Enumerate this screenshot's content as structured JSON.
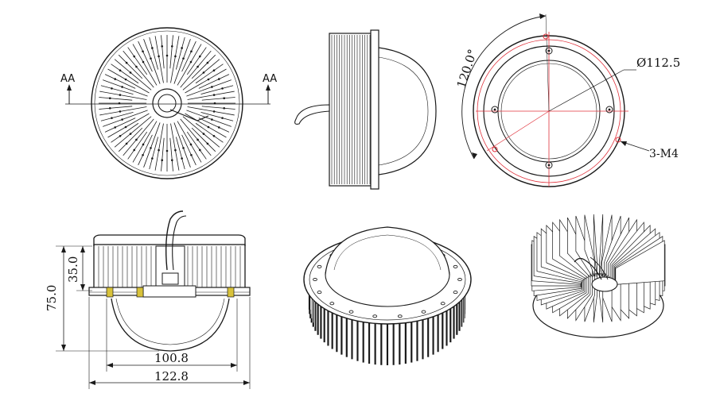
{
  "views": {
    "front": {
      "section_marker_left": "AA",
      "section_marker_right": "AA"
    },
    "top_right": {
      "angle_label": "120.0°",
      "diameter_label": "Ø112.5",
      "thread_label": "3-M4"
    },
    "section": {
      "dim_total_height": "75.0",
      "dim_upper_height": "35.0",
      "dim_inner_width": "100.8",
      "dim_outer_width": "122.8"
    }
  },
  "colors": {
    "line": "#1a1a1a",
    "accent_red": "#e0303a",
    "hatch_yellow": "#d8c23a"
  }
}
